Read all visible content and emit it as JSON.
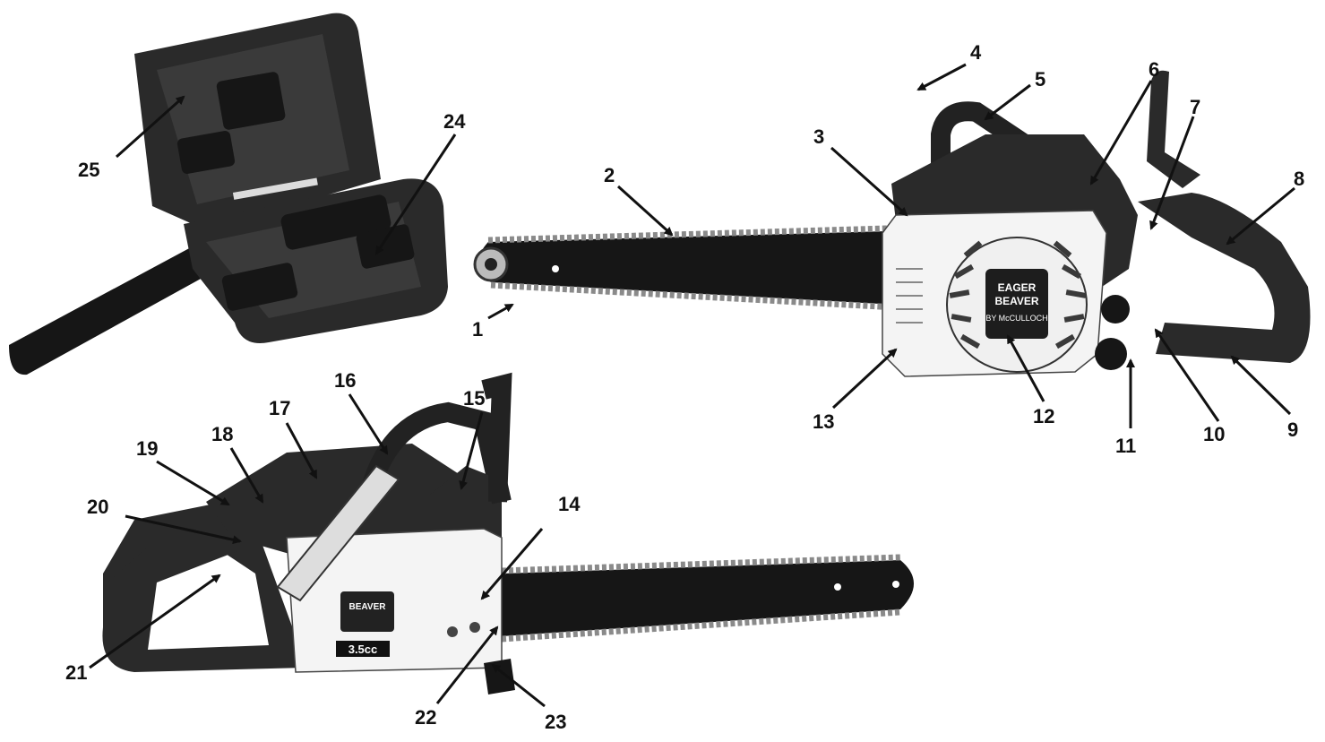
{
  "diagram": {
    "callouts": [
      {
        "label": "1"
      },
      {
        "label": "2"
      },
      {
        "label": "3"
      },
      {
        "label": "4"
      },
      {
        "label": "5"
      },
      {
        "label": "6"
      },
      {
        "label": "7"
      },
      {
        "label": "8"
      },
      {
        "label": "9"
      },
      {
        "label": "10"
      },
      {
        "label": "11"
      },
      {
        "label": "12"
      },
      {
        "label": "13"
      },
      {
        "label": "14"
      },
      {
        "label": "15"
      },
      {
        "label": "16"
      },
      {
        "label": "17"
      },
      {
        "label": "18"
      },
      {
        "label": "19"
      },
      {
        "label": "20"
      },
      {
        "label": "21"
      },
      {
        "label": "22"
      },
      {
        "label": "23"
      },
      {
        "label": "24"
      },
      {
        "label": "25"
      }
    ],
    "brand": {
      "logo_top": "EAGER",
      "logo_bottom": "BEAVER",
      "maker": "BY McCULLOCH",
      "displacement": "3.5cc"
    }
  }
}
